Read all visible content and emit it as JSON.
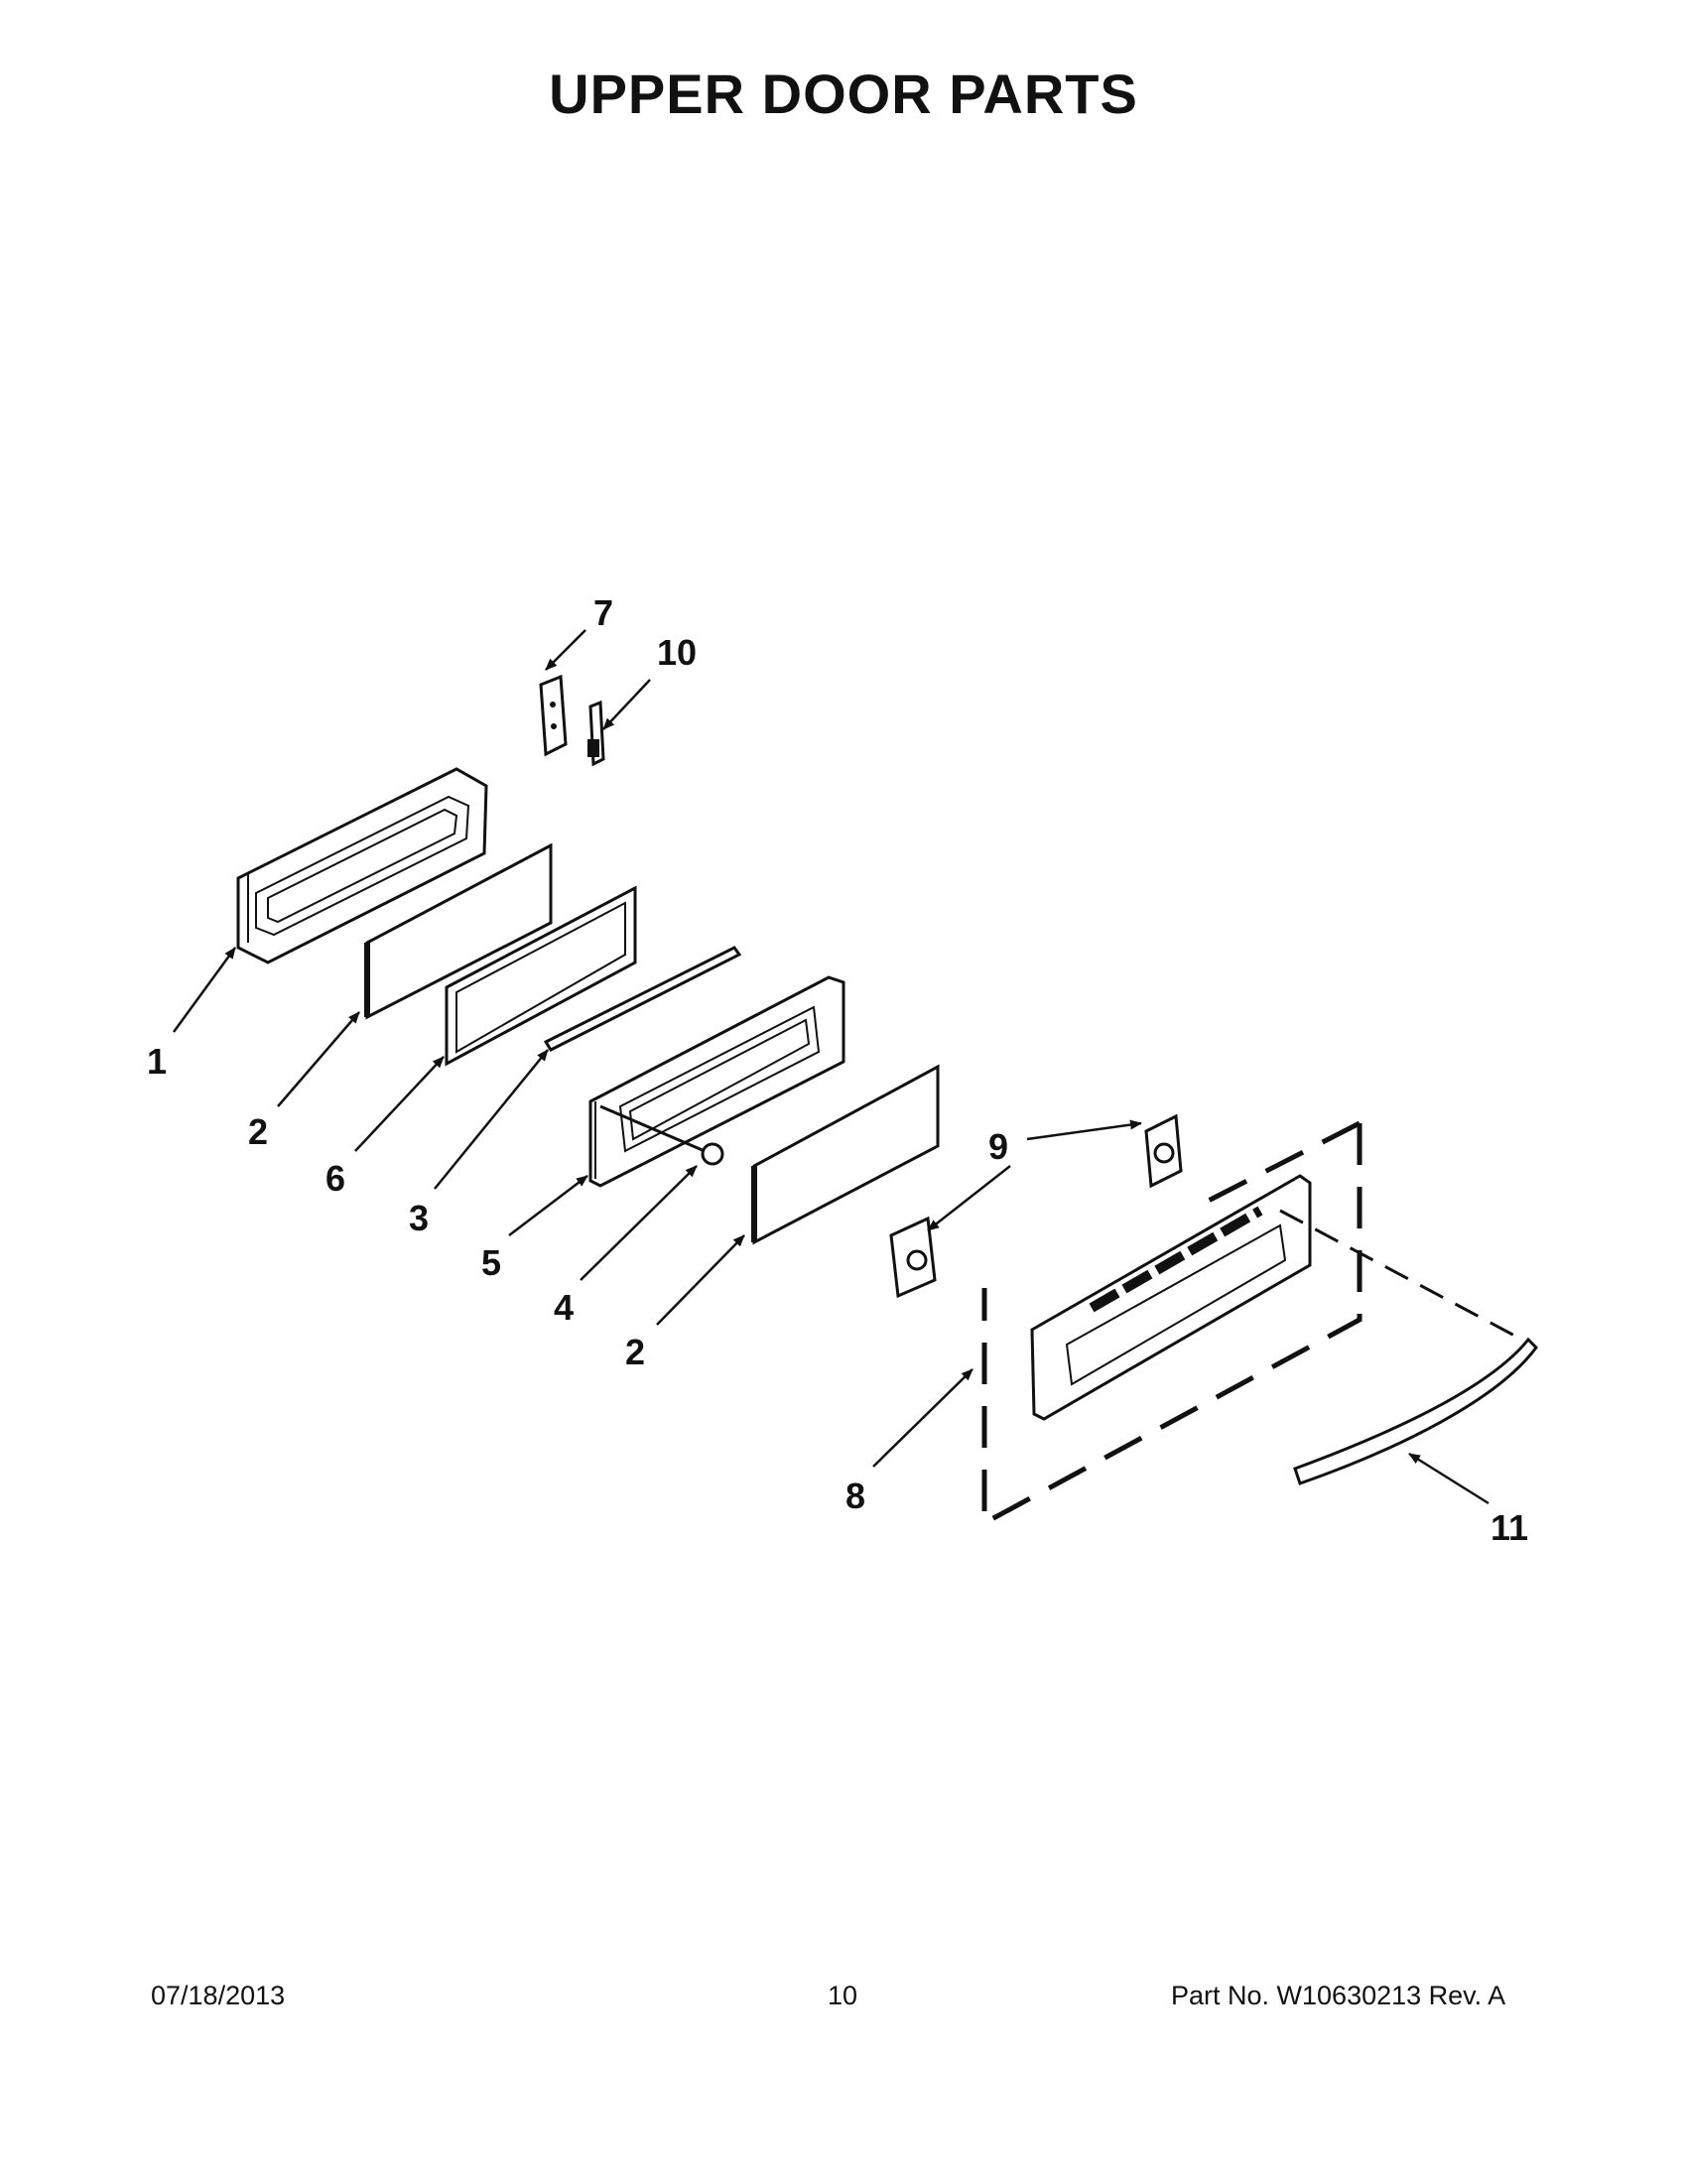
{
  "page": {
    "title": "UPPER DOOR PARTS"
  },
  "callouts": {
    "c1": "1",
    "c2a": "2",
    "c2b": "2",
    "c3": "3",
    "c4": "4",
    "c5": "5",
    "c6": "6",
    "c7": "7",
    "c8": "8",
    "c9": "9",
    "c10": "10",
    "c11": "11"
  },
  "footer": {
    "date": "07/18/2013",
    "page_number": "10",
    "part_number": "Part No.  W10630213  Rev.  A"
  }
}
